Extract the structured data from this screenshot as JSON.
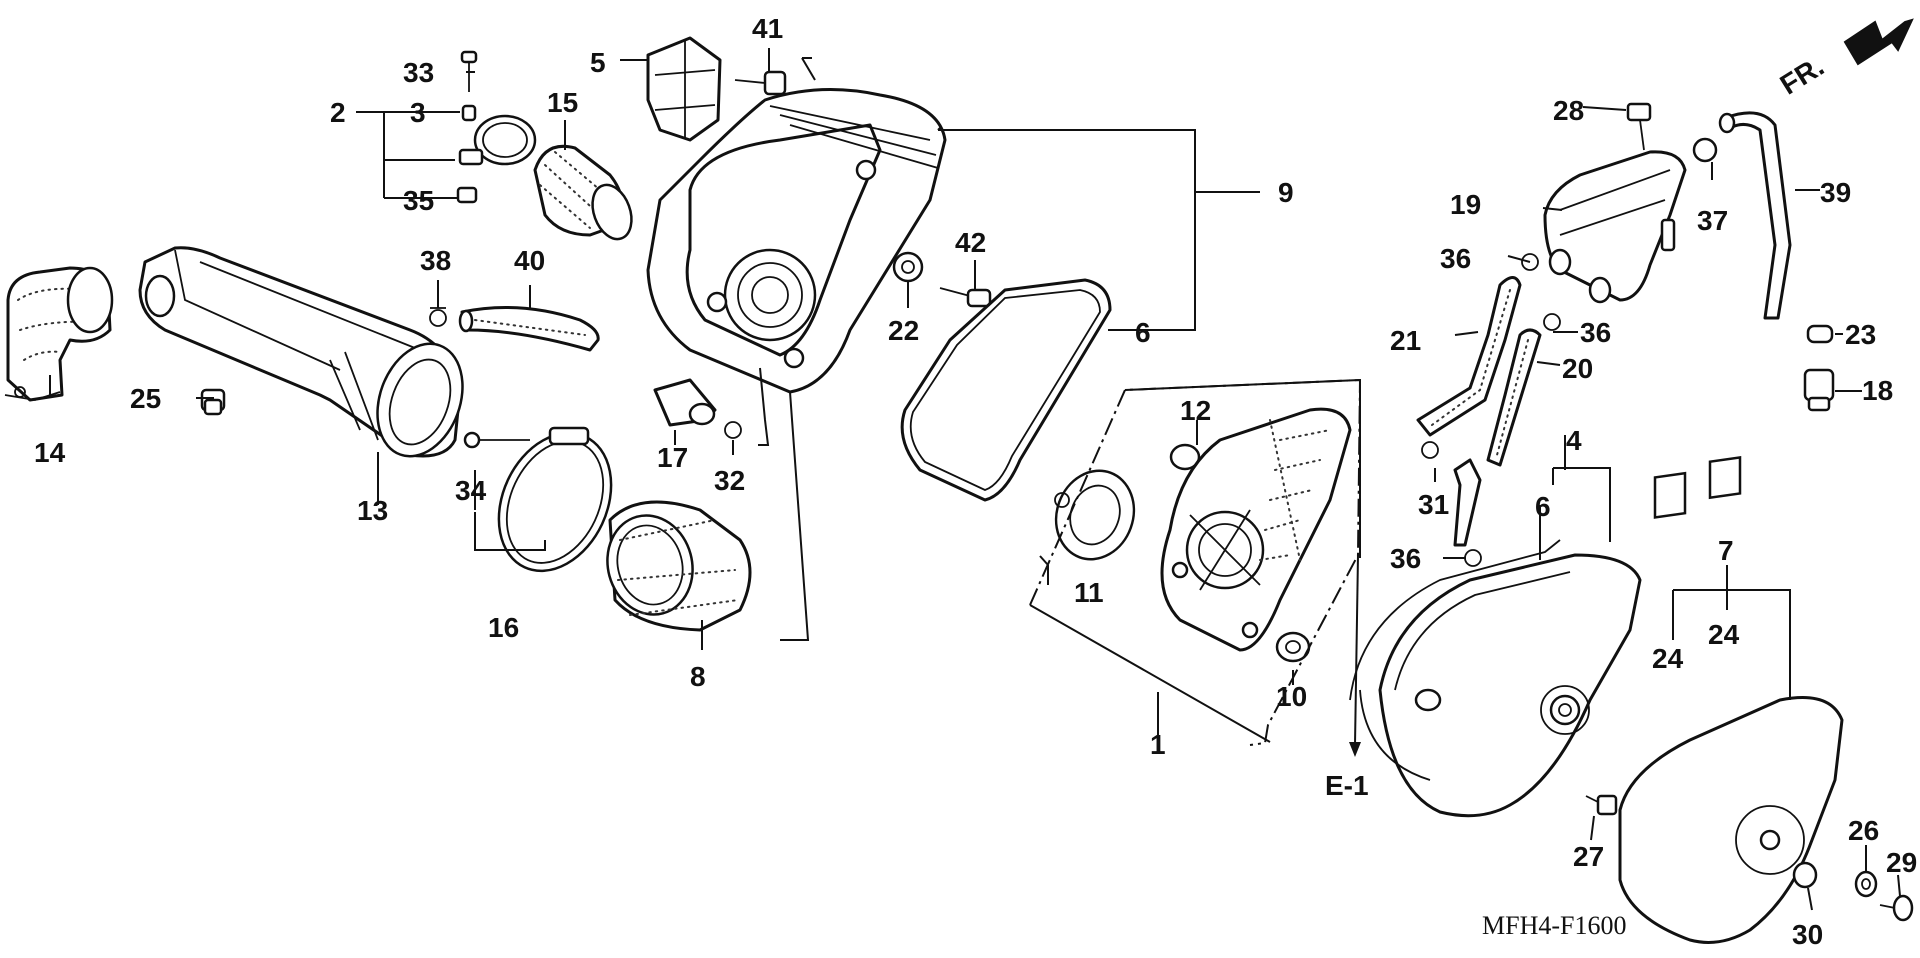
{
  "diagram": {
    "drawing_code": "MFH4-F1600",
    "direction_label": "FR.",
    "reference_label": "E-1",
    "callouts": {
      "c1": "1",
      "c2": "2",
      "c3": "3",
      "c4": "4",
      "c5": "5",
      "c6a": "6",
      "c6b": "6",
      "c7": "7",
      "c8": "8",
      "c9": "9",
      "c10": "10",
      "c11": "11",
      "c12": "12",
      "c13": "13",
      "c14": "14",
      "c15": "15",
      "c16": "16",
      "c17": "17",
      "c18": "18",
      "c19": "19",
      "c20": "20",
      "c21": "21",
      "c22": "22",
      "c23": "23",
      "c24a": "24",
      "c24b": "24",
      "c25": "25",
      "c26": "26",
      "c27": "27",
      "c28": "28",
      "c29": "29",
      "c30": "30",
      "c31": "31",
      "c32": "32",
      "c33": "33",
      "c34": "34",
      "c35": "35",
      "c36a": "36",
      "c36b": "36",
      "c36c": "36",
      "c37": "37",
      "c38": "38",
      "c39": "39",
      "c40": "40",
      "c41": "41",
      "c42": "42"
    }
  }
}
